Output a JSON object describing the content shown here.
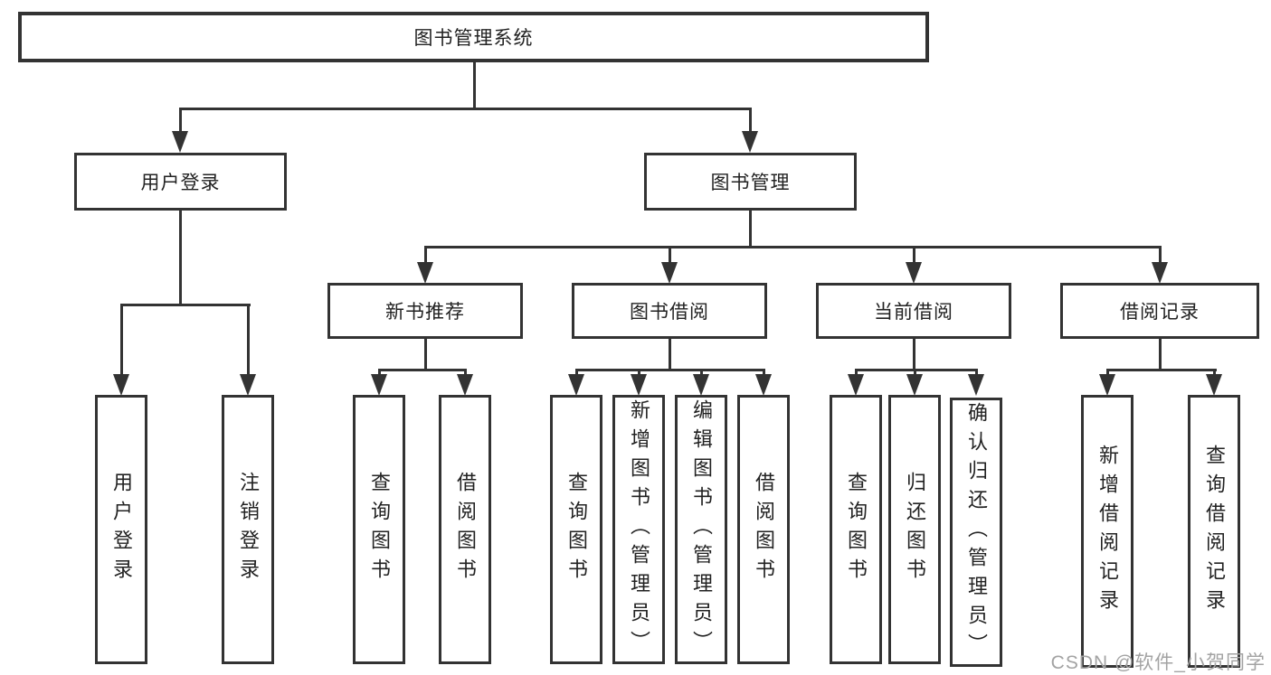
{
  "diagram_title": "图书管理系统",
  "nodes": {
    "root": {
      "label": "图书管理系统"
    },
    "level2": [
      {
        "label": "用户登录"
      },
      {
        "label": "图书管理"
      }
    ],
    "level3": [
      {
        "label": "新书推荐"
      },
      {
        "label": "图书借阅"
      },
      {
        "label": "当前借阅"
      },
      {
        "label": "借阅记录"
      }
    ],
    "leaves": {
      "user_login": [
        {
          "label": "用户登录"
        },
        {
          "label": "注销登录"
        }
      ],
      "new_book": [
        {
          "label": "查询图书"
        },
        {
          "label": "借阅图书"
        }
      ],
      "book_borrow": [
        {
          "label": "查询图书"
        },
        {
          "label": "新增图书（管理员）"
        },
        {
          "label": "编辑图书（管理员）"
        },
        {
          "label": "借阅图书"
        }
      ],
      "current_borrow": [
        {
          "label": "查询图书"
        },
        {
          "label": "归还图书"
        },
        {
          "label": "确认归还（管理员）"
        }
      ],
      "borrow_records": [
        {
          "label": "新增借阅记录"
        },
        {
          "label": "查询借阅记录"
        }
      ]
    }
  },
  "watermark": {
    "text": "CSDN @软件_小贺同学"
  },
  "colors": {
    "line": "#333333",
    "text": "#222222",
    "background": "#ffffff",
    "watermark": "#a3a3a3"
  }
}
